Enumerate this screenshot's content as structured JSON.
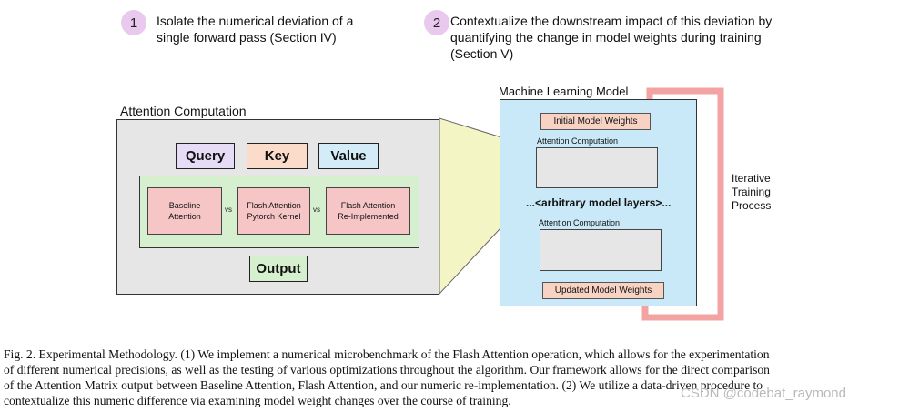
{
  "steps": [
    {
      "number": "1",
      "text_line1": "Isolate the numerical deviation of a",
      "text_line2": "single forward pass (Section IV)"
    },
    {
      "number": "2",
      "text_line1": "Contextualize the downstream impact of this deviation by",
      "text_line2": "quantifying the change in model weights during training",
      "text_line3": "(Section V)"
    }
  ],
  "attention": {
    "title": "Attention Computation",
    "query": "Query",
    "key": "Key",
    "value": "Value",
    "impl1_line1": "Baseline",
    "impl1_line2": "Attention",
    "impl2_line1": "Flash Attention",
    "impl2_line2": "Pytorch Kernel",
    "impl3_line1": "Flash Attention",
    "impl3_line2": "Re-Implemented",
    "vs": "vs",
    "output": "Output"
  },
  "model": {
    "title": "Machine Learning Model",
    "initial_weights": "Initial Model Weights",
    "attn_label_1": "Attention Computation",
    "layers": "...<arbitrary model layers>...",
    "attn_label_2": "Attention Computation",
    "updated_weights": "Updated Model Weights"
  },
  "loop": {
    "line1": "Iterative",
    "line2": "Training",
    "line3": "Process"
  },
  "caption": {
    "line1": "Fig. 2.  Experimental Methodology. (1) We implement a numerical microbenchmark of the Flash Attention operation, which allows for the experimentation",
    "line2": "of different numerical precisions, as well as the testing of various optimizations throughout the algorithm. Our framework allows for the direct comparison",
    "line3": "of the Attention Matrix output between Baseline Attention, Flash Attention, and our numeric re-implementation. (2) We utilize a data-driven procedure to",
    "line4": "contextualize this numeric difference via examining model weight changes over the course of training."
  },
  "watermark": "CSDN @codebat_raymond",
  "colors": {
    "step_circle": "#e9c9ee",
    "attention_bg": "#e6e6e6",
    "inner_green": "#d5efcf",
    "query": "#e6dcf6",
    "key": "#fbdccb",
    "value": "#d4ecf7",
    "impl": "#f6c6c6",
    "model_bg": "#c9e9f8",
    "weights": "#f8d3c4",
    "zoom": "#f4f5c4",
    "loop": "#f4a3a3"
  }
}
